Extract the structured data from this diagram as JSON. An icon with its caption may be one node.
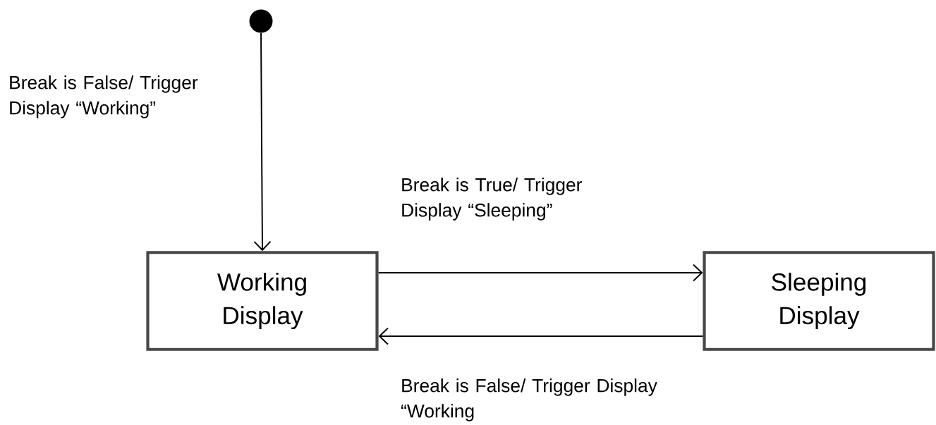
{
  "diagram": {
    "nodes": [
      {
        "text": [],
        "shape": "circle"
      },
      {
        "text": [
          "Working Display"
        ]
      },
      {
        "text": [
          "Sleeping Display"
        ]
      }
    ],
    "edges": [
      {
        "from": 0,
        "to": 1,
        "arrow": "to",
        "label": "Break is False/ Trigger Display “Working”"
      },
      {
        "from": 1,
        "to": 2,
        "arrow": "to",
        "label": "Break is True/ Trigger Display “Sleeping”"
      },
      {
        "from": 2,
        "to": 1,
        "arrow": "to",
        "label": "Break is False/ Trigger Display “Working"
      }
    ]
  }
}
